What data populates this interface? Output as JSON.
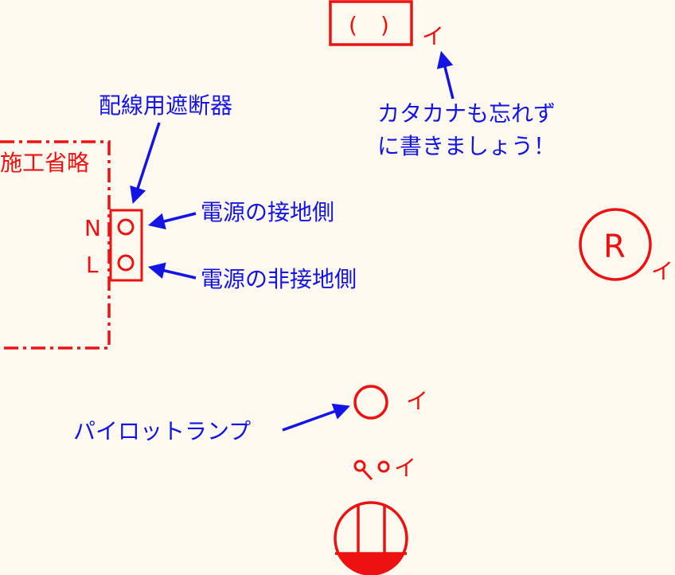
{
  "colors": {
    "background": "#fdf9ee",
    "annotation": "#1414e6",
    "symbol": "#ee1111"
  },
  "labels": {
    "breaker": "配線用遮断器",
    "omitted": "施工省略",
    "neutral_letter": "N",
    "line_letter": "L",
    "grounded_side": "電源の接地側",
    "ungrounded_side": "電源の非接地側",
    "katakana_line1": "カタカナも忘れず",
    "katakana_line2": "に書きましょう！",
    "pilot_lamp": "パイロットランプ",
    "box_symbol": "(   )",
    "r_symbol": "R"
  },
  "switch_marks": {
    "box_mark": "イ",
    "r_mark": "イ",
    "lamp_mark": "イ",
    "switch_mark": "イ"
  }
}
